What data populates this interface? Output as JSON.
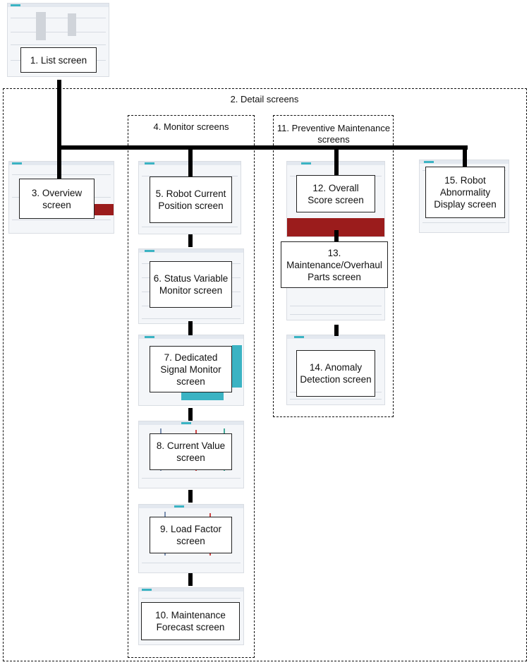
{
  "groups": {
    "detail": "2. Detail screens",
    "monitor": "4. Monitor screens",
    "preventive": "11. Preventive Maintenance screens"
  },
  "screens": {
    "s1": "1. List screen",
    "s3": "3. Overview screen",
    "s5": "5. Robot Current Position screen",
    "s6": "6. Status Variable Monitor screen",
    "s7": "7. Dedicated Signal Monitor screen",
    "s8": "8. Current Value screen",
    "s9": "9. Load Factor screen",
    "s10": "10. Maintenance Forecast screen",
    "s12": "12. Overall Score screen",
    "s13": "13. Maintenance/Overhaul Parts screen",
    "s14": "14. Anomaly Detection screen",
    "s15": "15. Robot Abnormality Display screen"
  },
  "colors": {
    "connector": "#000000",
    "accent_teal": "#3bb3c3",
    "alert_red": "#9b1c1c"
  }
}
